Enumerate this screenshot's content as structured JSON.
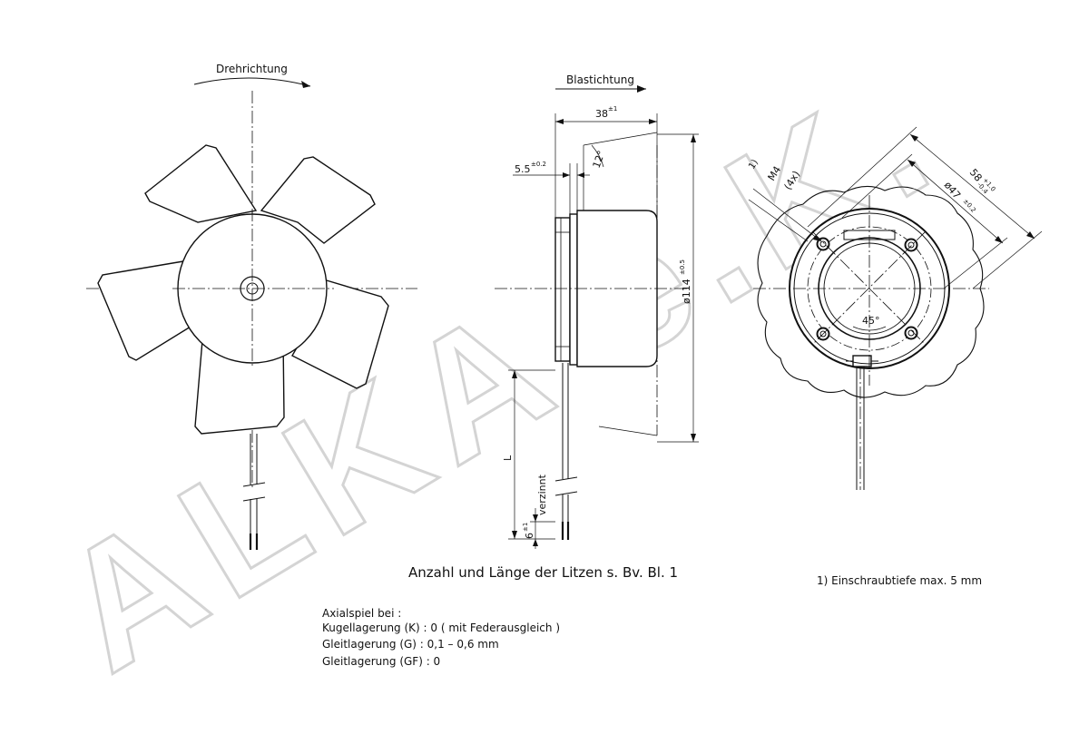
{
  "watermark": "ALKA e.K.",
  "front_view": {
    "rotation_label": "Drehrichtung"
  },
  "side_view": {
    "airflow_label": "Blastichtung",
    "dim_depth": "38",
    "dim_depth_tol": "±1",
    "dim_flange": "5.5",
    "dim_flange_tol": "±0.2",
    "dim_angle": "12°",
    "dim_diameter": "ø114",
    "dim_diameter_tol": "±0.5",
    "dim_lead": "L",
    "dim_strip": "6",
    "dim_strip_tol": "±1",
    "tinned_label": "verzinnt"
  },
  "rear_view": {
    "footnote_marker": "1)",
    "thread_label": "M4",
    "thread_count": "(4x)",
    "dim_outer": "58",
    "dim_outer_tol_plus": "+1.0",
    "dim_outer_tol_minus": "-0.4",
    "dim_hole_circle": "ø47",
    "dim_hole_circle_tol": "±0.2",
    "dim_angle": "45°"
  },
  "notes": {
    "wires_note": "Anzahl und Länge der Litzen s. Bv. Bl. 1",
    "footnote": "1) Einschraubtiefe max. 5 mm",
    "axial_title": "Axialspiel bei :",
    "axial_lines": [
      "Kugellagerung (K) : 0 ( mit Federausgleich )",
      "Gleitlagerung (G) : 0,1 – 0,6 mm",
      "Gleitlagerung (GF) : 0"
    ]
  }
}
